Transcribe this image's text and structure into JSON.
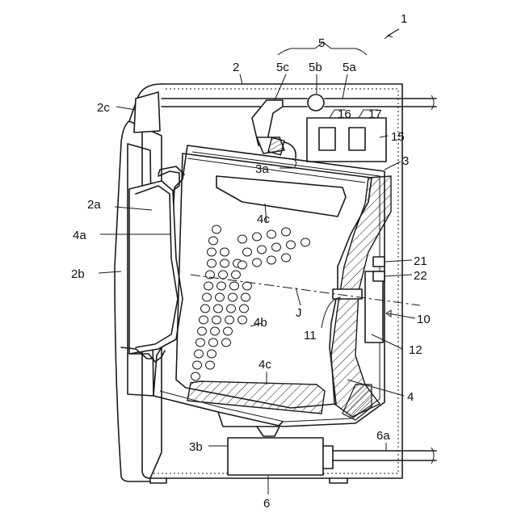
{
  "figure": {
    "labels": {
      "ref_1": "1",
      "ref_2": "2",
      "ref_2a": "2a",
      "ref_2b": "2b",
      "ref_2c": "2c",
      "ref_3": "3",
      "ref_3a": "3a",
      "ref_3b": "3b",
      "ref_4": "4",
      "ref_4a": "4a",
      "ref_4b": "4b",
      "ref_4c_top": "4c",
      "ref_4c_bottom": "4c",
      "ref_5": "5",
      "ref_5a": "5a",
      "ref_5b": "5b",
      "ref_5c": "5c",
      "ref_6": "6",
      "ref_6a": "6a",
      "ref_10": "10",
      "ref_11": "11",
      "ref_12": "12",
      "ref_15": "15",
      "ref_16": "16",
      "ref_17": "17",
      "ref_21": "21",
      "ref_22": "22",
      "ref_J": "J"
    }
  }
}
